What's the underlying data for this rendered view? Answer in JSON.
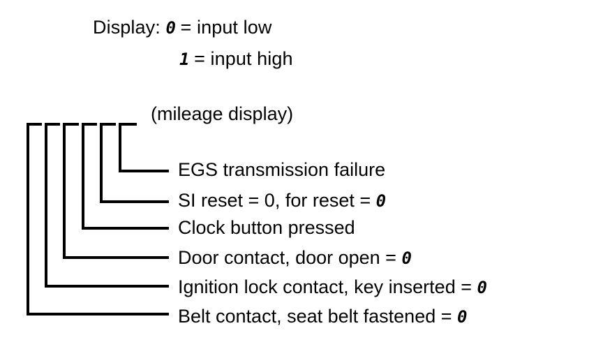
{
  "legend": {
    "prefix": "Display:",
    "low_value": "0",
    "low_text": "= input low",
    "high_value": "1",
    "high_text": "= input high"
  },
  "mileage_caption": "(mileage display)",
  "rows": [
    {
      "label": "EGS transmission failure",
      "value": "",
      "suffix": ""
    },
    {
      "label": "SI reset = 0, for reset =",
      "value": "0",
      "suffix": ""
    },
    {
      "label": "Clock button pressed",
      "value": "",
      "suffix": ""
    },
    {
      "label": "Door contact, door open =",
      "value": "0",
      "suffix": ""
    },
    {
      "label": "Ignition lock contact, key inserted =",
      "value": "0",
      "suffix": ""
    },
    {
      "label": "Belt contact, seat belt fastened =",
      "value": "0",
      "suffix": ""
    }
  ],
  "colors": {
    "ink": "#000000",
    "paper": "#ffffff"
  }
}
